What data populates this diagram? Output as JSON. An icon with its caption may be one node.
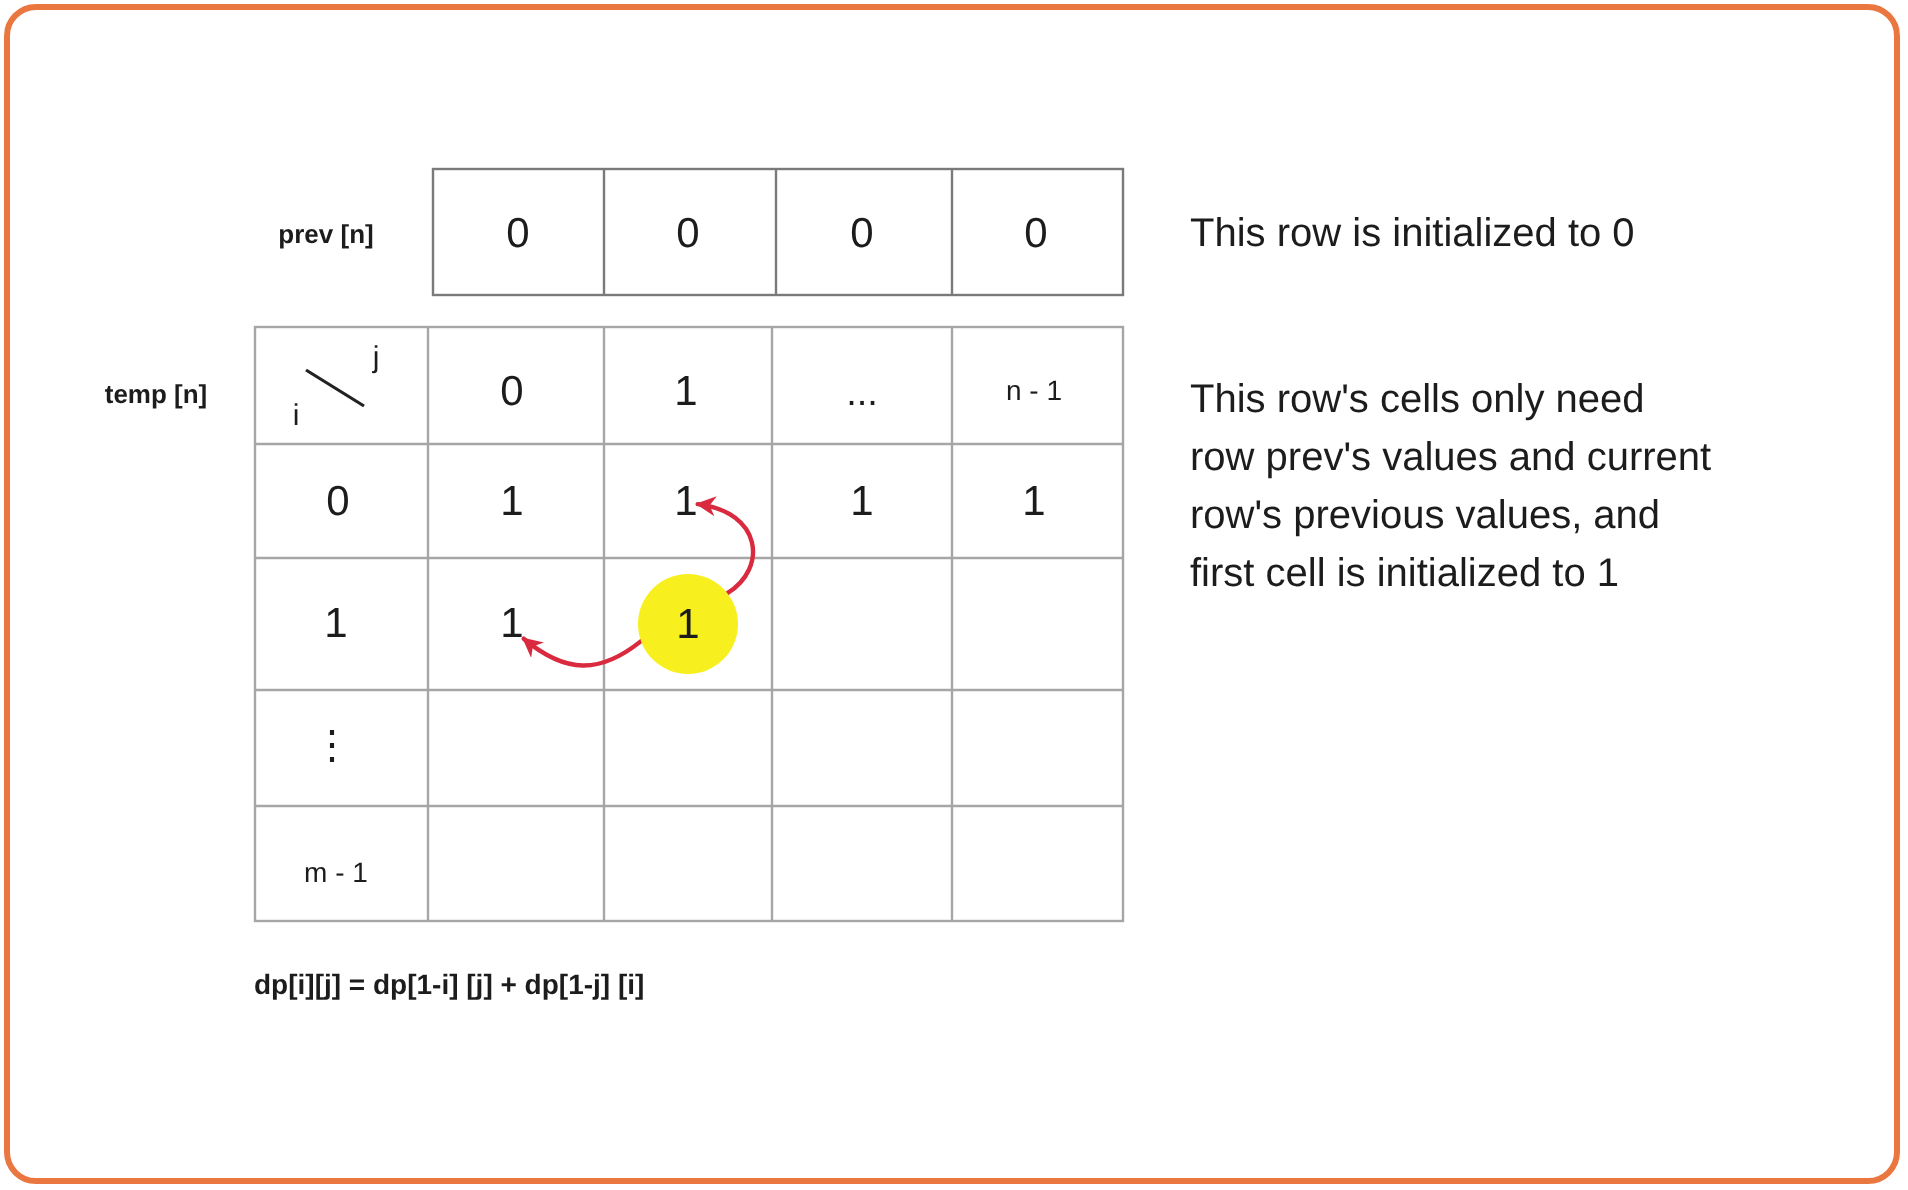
{
  "diagram": {
    "nodes": [
      {
        "text": [
          "1"
        ]
      },
      {
        "text": [
          "1"
        ]
      },
      {
        "text": [
          "1"
        ]
      }
    ],
    "edges": [
      {
        "from": 2,
        "to": 0,
        "arrow": "to"
      },
      {
        "from": 2,
        "to": 1,
        "arrow": "to"
      }
    ],
    "labels": [
      "prev [n]",
      "0",
      "0",
      "0",
      "0",
      "This row is initialized to 0",
      "temp [n]",
      "j",
      "i",
      "0",
      "1",
      "...",
      "n - 1",
      "This row's cells only need row prev's values and current row's previous values, and first cell is initialized to 1",
      "0",
      "1",
      "1",
      "1",
      "1",
      "⋮",
      "m - 1",
      "dp[i][j] = dp[1-i] [j] + dp[1-j] [i]"
    ]
  }
}
